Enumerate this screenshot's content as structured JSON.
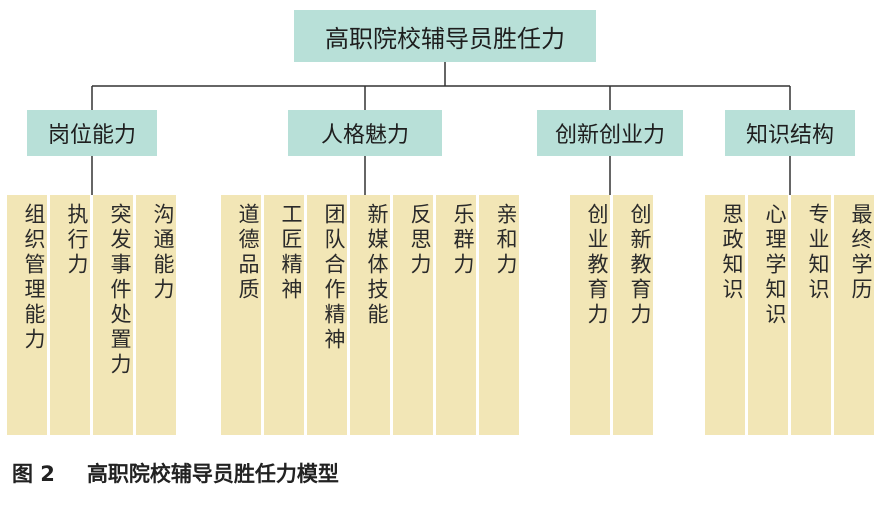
{
  "root": "高职院校辅导员胜任力",
  "categories": [
    {
      "label": "岗位能力",
      "items": [
        "组织管理能力",
        "执行力",
        "突发事件处置力",
        "沟通能力"
      ]
    },
    {
      "label": "人格魅力",
      "items": [
        "道德品质",
        "工匠精神",
        "团队合作精神",
        "新媒体技能",
        "反思力",
        "乐群力",
        "亲和力"
      ]
    },
    {
      "label": "创新创业力",
      "items": [
        "创业教育力",
        "创新教育力"
      ]
    },
    {
      "label": "知识结构",
      "items": [
        "思政知识",
        "心理学知识",
        "专业知识",
        "最终学历"
      ]
    }
  ],
  "caption": {
    "number": "图 2",
    "title": "高职院校辅导员胜任力模型"
  },
  "colors": {
    "header_fill": "#b8e0d8",
    "leaf_fill": "#f2e6b6",
    "line": "#333333"
  }
}
